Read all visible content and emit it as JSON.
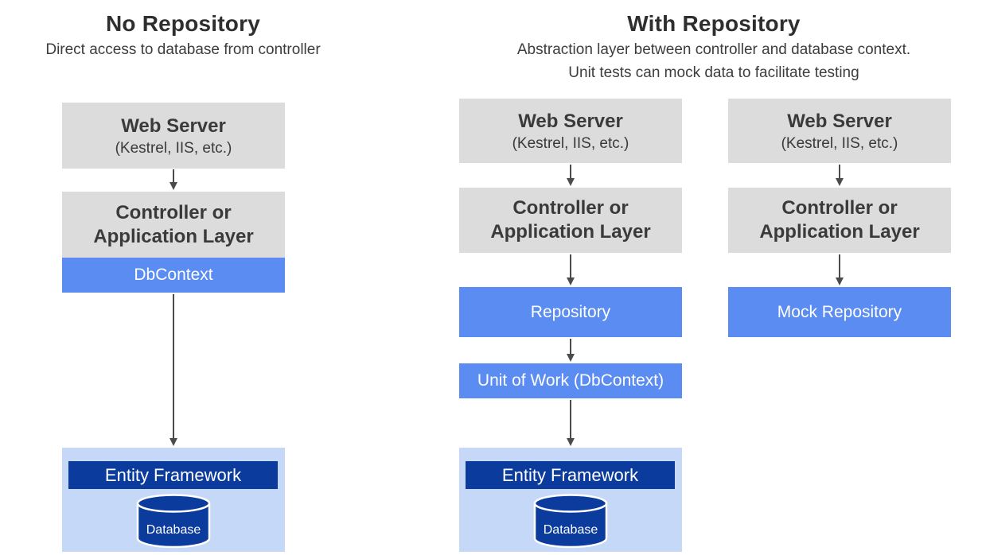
{
  "sections": {
    "no_repository": {
      "title": "No Repository",
      "subtitle": "Direct access to database from controller"
    },
    "with_repository": {
      "title": "With Repository",
      "subtitle_line1": "Abstraction layer between controller and database context.",
      "subtitle_line2": "Unit tests can mock data to facilitate testing"
    }
  },
  "labels": {
    "web_server": "Web Server",
    "web_server_sub": "(Kestrel, IIS, etc.)",
    "controller_line1": "Controller or",
    "controller_line2": "Application Layer",
    "dbcontext": "DbContext",
    "repository": "Repository",
    "unit_of_work": "Unit of Work (DbContext)",
    "mock_repository": "Mock Repository",
    "entity_framework": "Entity Framework",
    "database": "Database"
  },
  "colors": {
    "gray_box": "#dcdcdc",
    "blue_box": "#5b8cf2",
    "dark_blue": "#0c3b9e",
    "light_blue": "#c5d8f7",
    "arrow_color": "#4b4b4d",
    "title_text": "#2e2e2e",
    "subtitle_text": "#3d3d3d",
    "box_text": "#3a3a3a"
  }
}
